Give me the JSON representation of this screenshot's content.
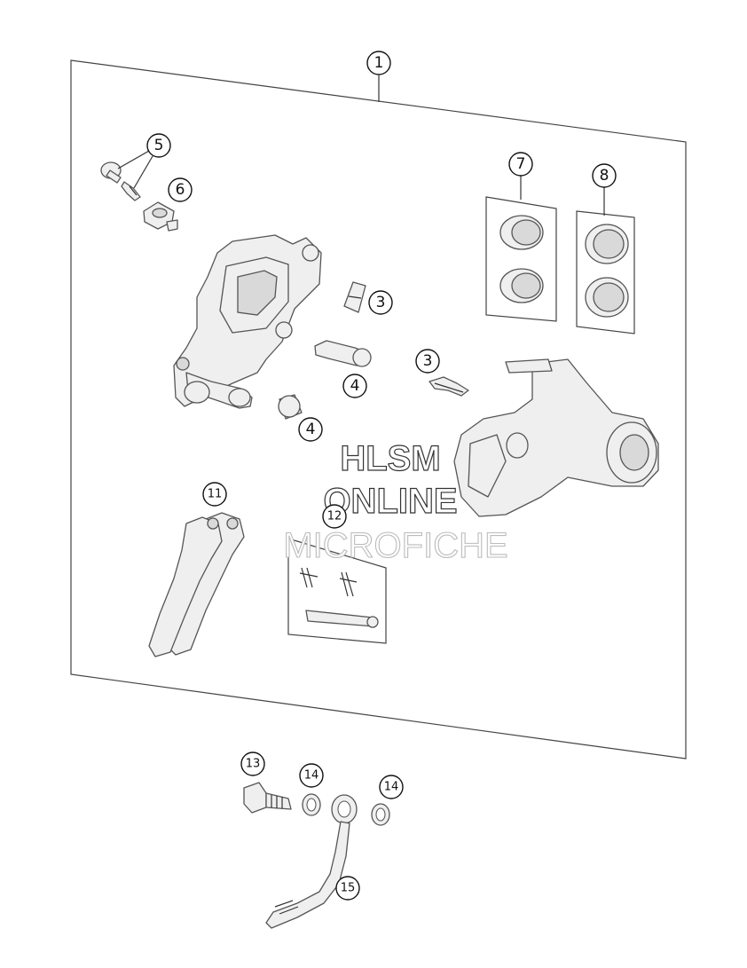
{
  "watermark": {
    "line1": "HLSM",
    "line2": "ONLINE",
    "line3": "MICROFICHE"
  },
  "callouts": [
    {
      "id": "c1",
      "label": "1"
    },
    {
      "id": "c3a",
      "label": "3"
    },
    {
      "id": "c3b",
      "label": "3"
    },
    {
      "id": "c4a",
      "label": "4"
    },
    {
      "id": "c4b",
      "label": "4"
    },
    {
      "id": "c5",
      "label": "5"
    },
    {
      "id": "c6",
      "label": "6"
    },
    {
      "id": "c7",
      "label": "7"
    },
    {
      "id": "c8",
      "label": "8"
    },
    {
      "id": "c11",
      "label": "11"
    },
    {
      "id": "c12",
      "label": "12"
    },
    {
      "id": "c13",
      "label": "13"
    },
    {
      "id": "c14a",
      "label": "14"
    },
    {
      "id": "c14b",
      "label": "14"
    },
    {
      "id": "c15",
      "label": "15"
    }
  ]
}
